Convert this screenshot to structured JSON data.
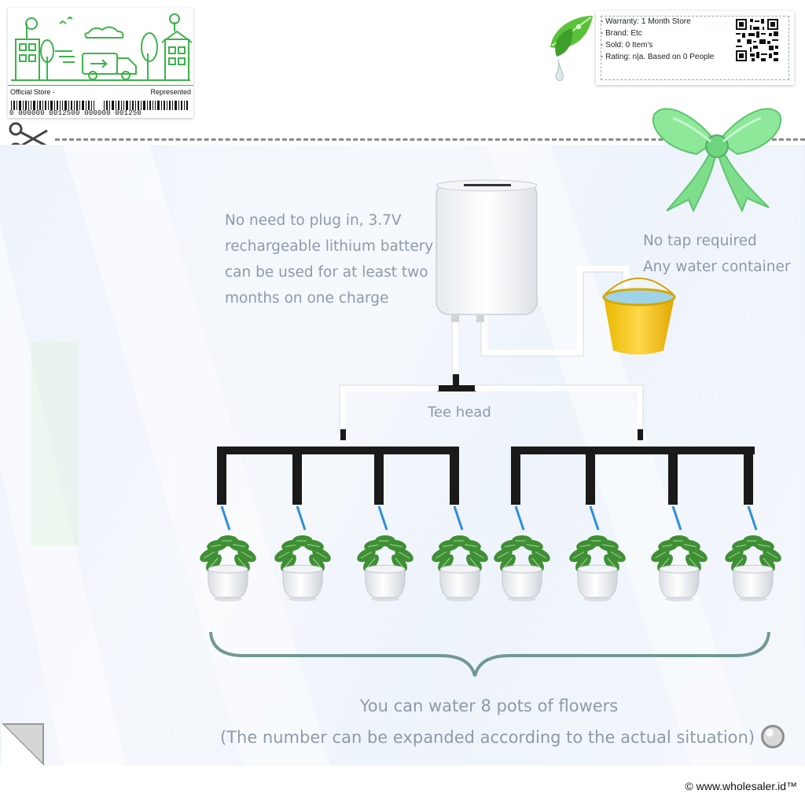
{
  "store_card": {
    "left_label": "Official Store -",
    "right_label": "Represented",
    "barcode_number": "0 000000 0012500 000000 001250"
  },
  "info_card": {
    "lines": [
      "- Warranty: 1 Month Store",
      "- Brand: Etc",
      "- Sold: 0 Item's",
      "- Rating: n|a. Based on 0 People"
    ]
  },
  "product": {
    "battery_text": "No need to plug in, 3.7V rechargeable lithium battery can be used for at least two months on one charge",
    "tap_text_line1": "No tap required",
    "tap_text_line2": "Any water container",
    "tee_label": "Tee head",
    "summary_line1": "You can water 8 pots of flowers",
    "summary_line2": "(The number can be expanded according to the actual situation)",
    "pot_count": 8
  },
  "footer": {
    "copyright": "© www.wholesaler.id™"
  },
  "colors": {
    "accent_green": "#3cb44a",
    "text_grey": "#8d9aa8",
    "pipe_black": "#1a1a1a",
    "bucket_yellow": "#f2c400",
    "brace_teal": "#6f9a92"
  },
  "icons": [
    "leaf-water-drop-icon",
    "bow-icon",
    "scissors-icon",
    "qr-code-icon",
    "barcode-icon",
    "corner-fold-icon",
    "metal-button-icon"
  ]
}
